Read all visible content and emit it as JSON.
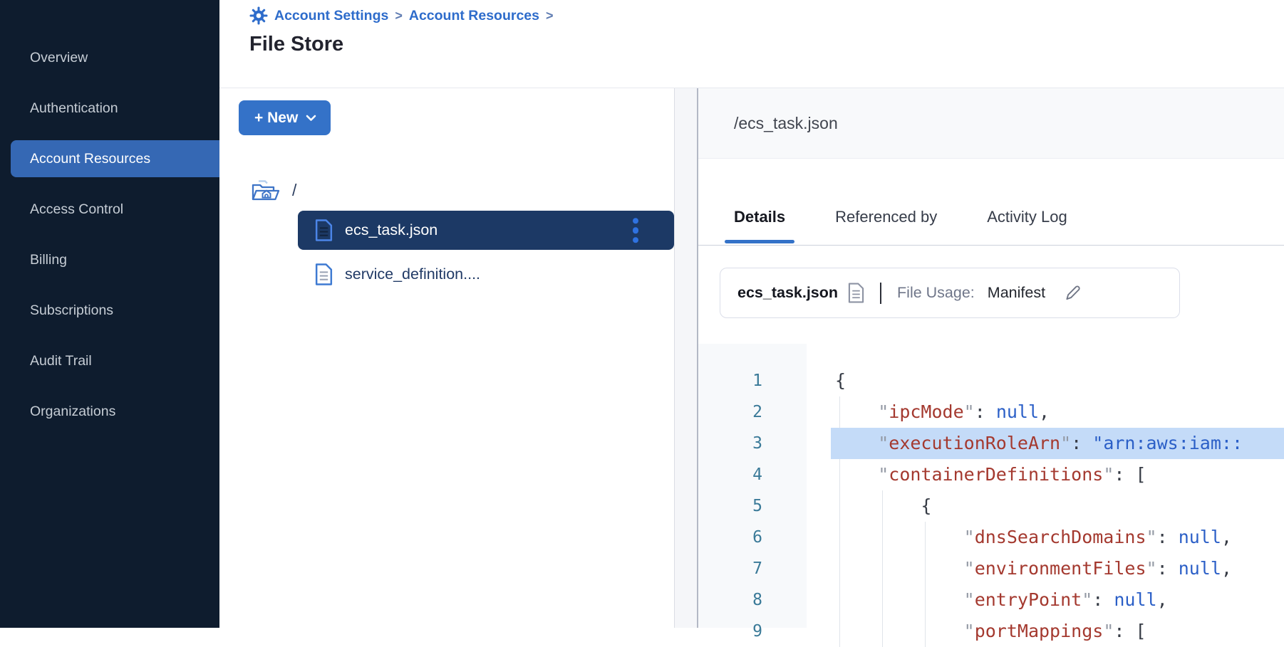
{
  "colors": {
    "sidebar_bg": "#0e1c2e",
    "active_item_bg": "#3568b4",
    "primary_button_bg": "#3472c8",
    "breadcrumb_link": "#2e6ccb",
    "selected_row_bg": "#1c3965",
    "tab_underline": "#3472c8",
    "code_key": "#a4392f",
    "code_value": "#2b5fc7",
    "code_line_number": "#3a7a98",
    "code_highlight_bg": "#c4dbf8"
  },
  "sidebar": {
    "items": [
      {
        "label": "Overview",
        "active": false
      },
      {
        "label": "Authentication",
        "active": false
      },
      {
        "label": "Account Resources",
        "active": true
      },
      {
        "label": "Access Control",
        "active": false
      },
      {
        "label": "Billing",
        "active": false
      },
      {
        "label": "Subscriptions",
        "active": false
      },
      {
        "label": "Audit Trail",
        "active": false
      },
      {
        "label": "Organizations",
        "active": false
      }
    ]
  },
  "header": {
    "breadcrumb": {
      "links": [
        "Account Settings",
        "Account Resources"
      ],
      "separator": ">"
    },
    "title": "File Store"
  },
  "file_panel": {
    "new_button_label": "+ New",
    "root_label": "/",
    "files": [
      {
        "name": "ecs_task.json",
        "selected": true,
        "menu": true
      },
      {
        "name": "service_definition....",
        "selected": false,
        "menu": false
      }
    ]
  },
  "details_panel": {
    "path": "/ecs_task.json",
    "tabs": [
      {
        "label": "Details",
        "active": true
      },
      {
        "label": "Referenced by",
        "active": false
      },
      {
        "label": "Activity Log",
        "active": false
      }
    ],
    "file_info": {
      "name": "ecs_task.json",
      "usage_label": "File Usage:",
      "usage_value": "Manifest"
    },
    "code": {
      "highlight_line": 3,
      "lines": [
        {
          "n": 1,
          "indent": 0,
          "tokens": [
            [
              "p",
              "{"
            ]
          ]
        },
        {
          "n": 2,
          "indent": 1,
          "tokens": [
            [
              "w",
              "    "
            ],
            [
              "q",
              "\""
            ],
            [
              "k",
              "ipcMode"
            ],
            [
              "q",
              "\""
            ],
            [
              "p",
              ": "
            ],
            [
              "v",
              "null"
            ],
            [
              "p",
              ","
            ]
          ]
        },
        {
          "n": 3,
          "indent": 1,
          "tokens": [
            [
              "w",
              "    "
            ],
            [
              "q",
              "\""
            ],
            [
              "k",
              "executionRoleArn"
            ],
            [
              "q",
              "\""
            ],
            [
              "p",
              ": "
            ],
            [
              "v",
              "\"arn:aws:iam::"
            ]
          ]
        },
        {
          "n": 4,
          "indent": 1,
          "tokens": [
            [
              "w",
              "    "
            ],
            [
              "q",
              "\""
            ],
            [
              "k",
              "containerDefinitions"
            ],
            [
              "q",
              "\""
            ],
            [
              "p",
              ": ["
            ]
          ]
        },
        {
          "n": 5,
          "indent": 2,
          "tokens": [
            [
              "w",
              "        "
            ],
            [
              "p",
              "{"
            ]
          ]
        },
        {
          "n": 6,
          "indent": 3,
          "tokens": [
            [
              "w",
              "            "
            ],
            [
              "q",
              "\""
            ],
            [
              "k",
              "dnsSearchDomains"
            ],
            [
              "q",
              "\""
            ],
            [
              "p",
              ": "
            ],
            [
              "v",
              "null"
            ],
            [
              "p",
              ","
            ]
          ]
        },
        {
          "n": 7,
          "indent": 3,
          "tokens": [
            [
              "w",
              "            "
            ],
            [
              "q",
              "\""
            ],
            [
              "k",
              "environmentFiles"
            ],
            [
              "q",
              "\""
            ],
            [
              "p",
              ": "
            ],
            [
              "v",
              "null"
            ],
            [
              "p",
              ","
            ]
          ]
        },
        {
          "n": 8,
          "indent": 3,
          "tokens": [
            [
              "w",
              "            "
            ],
            [
              "q",
              "\""
            ],
            [
              "k",
              "entryPoint"
            ],
            [
              "q",
              "\""
            ],
            [
              "p",
              ": "
            ],
            [
              "v",
              "null"
            ],
            [
              "p",
              ","
            ]
          ]
        },
        {
          "n": 9,
          "indent": 3,
          "tokens": [
            [
              "w",
              "            "
            ],
            [
              "q",
              "\""
            ],
            [
              "k",
              "portMappings"
            ],
            [
              "q",
              "\""
            ],
            [
              "p",
              ": ["
            ]
          ]
        }
      ]
    }
  }
}
